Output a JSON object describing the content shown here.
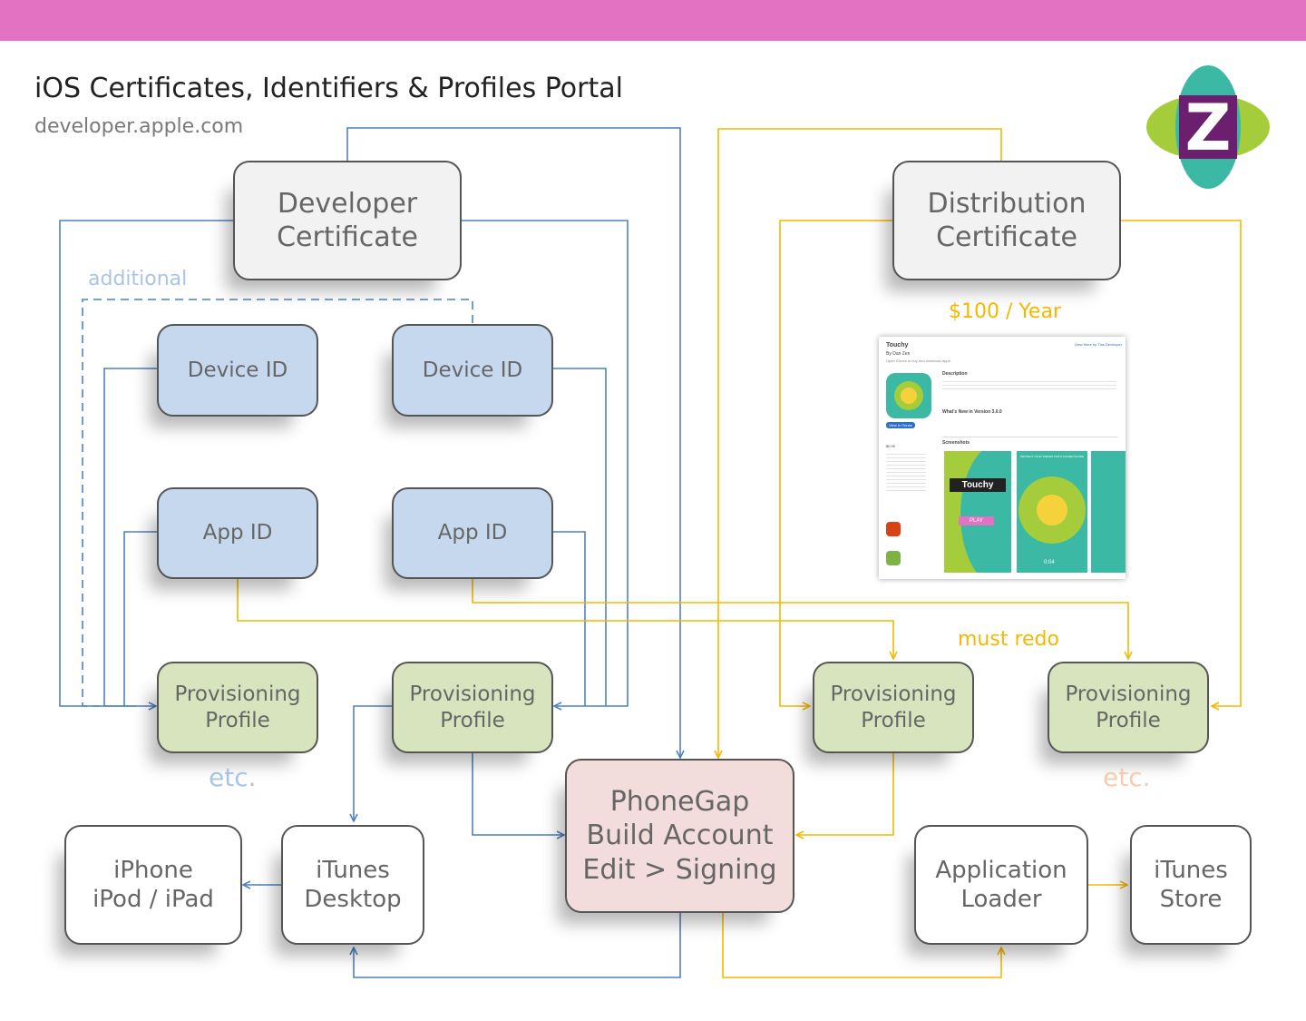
{
  "header": {
    "title": "iOS Certificates, Identifiers & Profiles Portal",
    "subtitle": "developer.apple.com"
  },
  "logo": {
    "letter": "Z",
    "icon": "zen-z-logo-icon"
  },
  "colors": {
    "apple_line": "#4f81bd",
    "store_line": "#f5b800",
    "banner": "#e372c3"
  },
  "certificates": {
    "developer": [
      "Developer",
      "Certificate"
    ],
    "distribution": [
      "Distribution",
      "Certificate"
    ]
  },
  "devices": [
    "Device ID",
    "Device ID"
  ],
  "apps": [
    "App ID",
    "App ID"
  ],
  "profiles": {
    "dev1": [
      "Provisioning",
      "Profile"
    ],
    "dev2": [
      "Provisioning",
      "Profile"
    ],
    "dist1": [
      "Provisioning",
      "Profile"
    ],
    "dist2": [
      "Provisioning",
      "Profile"
    ]
  },
  "phonegap": [
    "PhoneGap",
    "Build Account",
    "Edit > Signing"
  ],
  "destinations": {
    "phone": [
      "iPhone",
      "iPod / iPad"
    ],
    "itunes_desktop": [
      "iTunes",
      "Desktop"
    ],
    "loader": [
      "Application",
      "Loader"
    ],
    "itunes_store": [
      "iTunes",
      "Store"
    ]
  },
  "labels": {
    "additional": "additional",
    "price": "$100 / Year",
    "must_redo": "must redo",
    "etc_left": "etc.",
    "etc_right": "etc."
  },
  "store_page": {
    "app_name": "Touchy",
    "by": "By Dan Zen",
    "open_hint": "Open iTunes to buy and download apps.",
    "view_more": "View More by This Developer",
    "description_heading": "Description",
    "whats_new": "What's New in Version 3.0.0",
    "view_in_itunes": "View in iTunes",
    "price": "$0.99",
    "screenshots_heading": "Screenshots",
    "shot1_title": "Touchy",
    "shot1_button": "PLAY",
    "shot2_caption": "PROTECT YOUR TARGET FOR A HIGHER SCORE",
    "shot2_timer": "0:04"
  }
}
